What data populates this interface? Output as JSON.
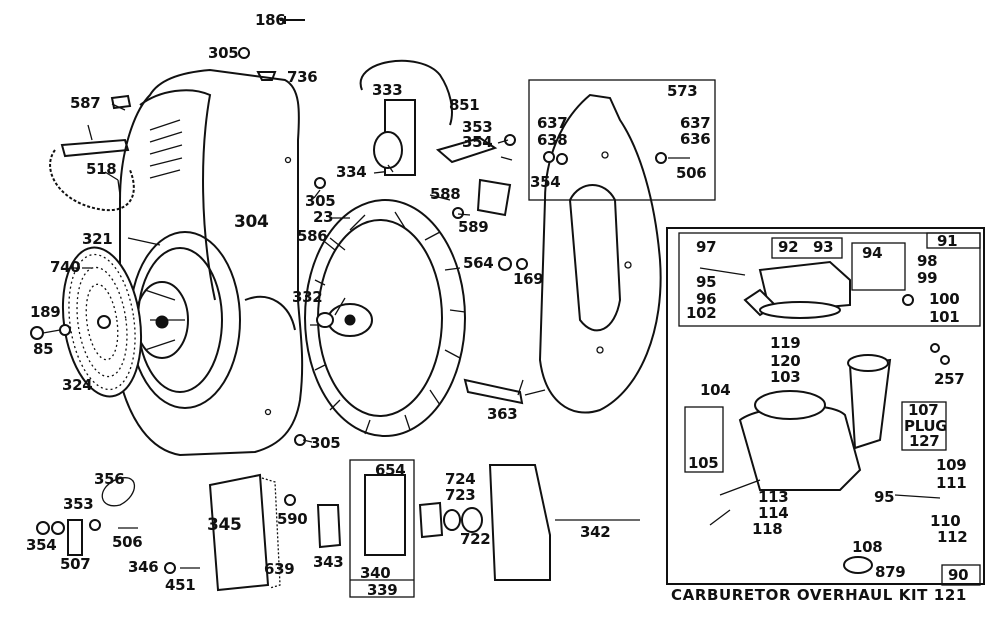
{
  "labels": {
    "l186": "186",
    "l305a": "305",
    "l736": "736",
    "l587": "587",
    "l518": "518",
    "l304": "304",
    "l321": "321",
    "l740": "740",
    "l189": "189",
    "l85": "85",
    "l324": "324",
    "l333": "333",
    "l851": "851",
    "l353a": "353",
    "l354a": "354",
    "l354b": "354",
    "l334": "334",
    "l305b": "305",
    "l23": "23",
    "l586": "586",
    "l332": "332",
    "l588": "588",
    "l589": "589",
    "l564": "564",
    "l169": "169",
    "l363": "363",
    "l305c": "305",
    "l573": "573",
    "l637a": "637",
    "l638": "638",
    "l637b": "637",
    "l636": "636",
    "l506a": "506",
    "l91": "91",
    "l92": "92",
    "l93": "93",
    "l94": "94",
    "l97": "97",
    "l95a": "95",
    "l96": "96",
    "l102": "102",
    "l98": "98",
    "l99": "99",
    "l100": "100",
    "l101": "101",
    "l119": "119",
    "l120": "120",
    "l103": "103",
    "l104": "104",
    "l257": "257",
    "l107": "107",
    "lplug": "PLUG",
    "l127": "127",
    "l105": "105",
    "l109": "109",
    "l111": "111",
    "l95b": "95",
    "l110": "110",
    "l112": "112",
    "l113": "113",
    "l114": "114",
    "l118": "118",
    "l108": "108",
    "l879": "879",
    "l90": "90",
    "l356": "356",
    "l353b": "353",
    "l354c": "354",
    "l506b": "506",
    "l507": "507",
    "l346": "346",
    "l451": "451",
    "l345": "345",
    "l639": "639",
    "l590": "590",
    "l343": "343",
    "l654": "654",
    "l340": "340",
    "l339": "339",
    "l724": "724",
    "l723": "723",
    "l722": "722",
    "l342": "342"
  },
  "kit_title": "CARBURETOR OVERHAUL KIT 121"
}
